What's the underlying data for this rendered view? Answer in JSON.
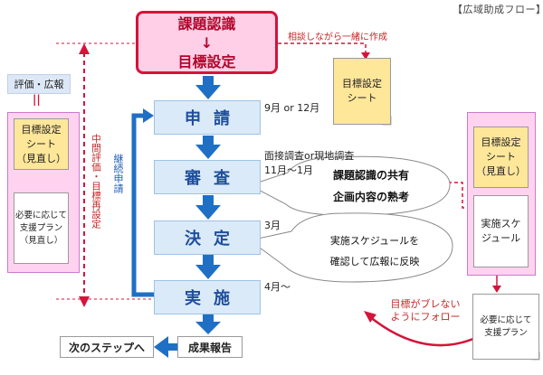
{
  "corner_label": "【広域助成フロー】",
  "top_box": {
    "line1": "課題認識",
    "arrow": "↓",
    "line2": "目標設定"
  },
  "consult_note": "相談しながら一緒に作成",
  "steps": [
    {
      "label": "申請",
      "note": "9月 or 12月"
    },
    {
      "label": "審査",
      "note": "面接調査or現地調査",
      "note2": "11月～1月"
    },
    {
      "label": "決定",
      "note": "3月"
    },
    {
      "label": "実施",
      "note": "4月～"
    }
  ],
  "bubble_top": {
    "line1": "課題認識の共有",
    "line2": "企画内容の熟考"
  },
  "bubble_bottom": {
    "line1": "実施スケジュールを",
    "line2": "確認して広報に反映"
  },
  "continue_label": "継続申請",
  "midterm_label": "中間評価・目標再設定",
  "eval_label": "評価・広報",
  "eval_equals": "||",
  "memo_center": {
    "line1": "目標設定",
    "line2": "シート"
  },
  "left_panel": {
    "memo1": {
      "line1": "目標設定",
      "line2": "シート",
      "line3": "（見直し）"
    },
    "memo2": {
      "line1": "必要に応じて",
      "line2": "支援プラン",
      "line3": "（見直し）"
    }
  },
  "right_panel": {
    "memo1": {
      "line1": "目標設定",
      "line2": "シート",
      "line3": "（見直し）"
    },
    "memo2": {
      "line1": "実施スケ",
      "line2": "ジュール"
    }
  },
  "support_memo": {
    "line1": "必要に応じて",
    "line2": "支援プラン"
  },
  "followup_note": {
    "line1": "目標がブレない",
    "line2": "ようにフォロー"
  },
  "next_step": "次のステップへ",
  "result_report": "成果報告",
  "colors": {
    "step_fill": "#dbeaf8",
    "arrow_blue": "#1f6fc5",
    "accent_red": "#d4143a",
    "panel_pink": "#ffd3f0",
    "memo_yellow": "#ffe79a"
  }
}
